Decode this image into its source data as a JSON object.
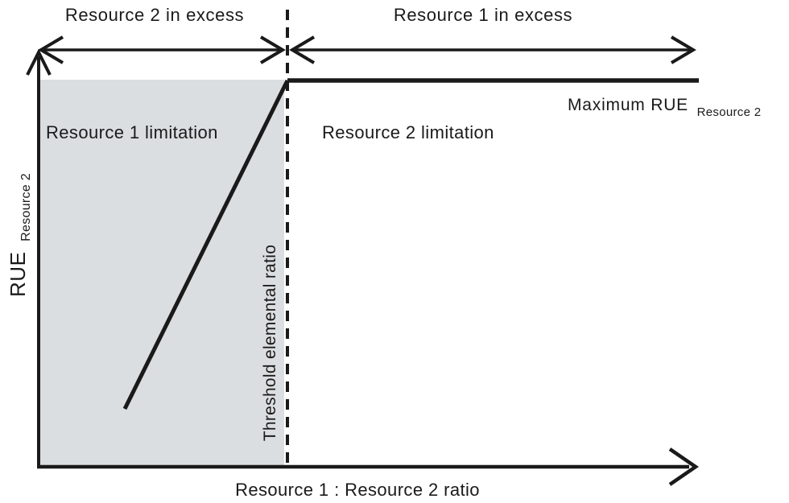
{
  "diagram": {
    "zone_left_label": "Resource 2 in excess",
    "zone_right_label": "Resource 1 in excess",
    "region_left_label": "Resource 1 limitation",
    "region_right_label": "Resource 2 limitation",
    "max_rue_label": "Maximum RUE",
    "max_rue_subscript": "Resource 2",
    "threshold_label": "Threshold elemental ratio",
    "y_axis_label": "RUE",
    "y_axis_subscript": "Resource 2",
    "x_axis_label": "Resource 1 : Resource 2 ratio",
    "colors": {
      "ink": "#1a1a1a",
      "shade": "#dbdee0",
      "background": "#ffffff"
    }
  },
  "chart_data": {
    "type": "line",
    "title": "",
    "xlabel": "Resource 1 : Resource 2 ratio",
    "ylabel": "RUE Resource 2",
    "axes_quantitative": false,
    "x_unit": "normalized (threshold elemental ratio = 1)",
    "y_unit": "normalized (maximum RUE = 1)",
    "grid": false,
    "legend": false,
    "xlim": [
      0,
      2.65
    ],
    "ylim": [
      0,
      1.1
    ],
    "series": [
      {
        "name": "RUE of Resource 2",
        "x": [
          0.35,
          1.0,
          2.65
        ],
        "y": [
          0.15,
          1.0,
          1.0
        ],
        "shape": "linear rise under Resource 1 limitation, plateau at Maximum RUE beyond threshold"
      }
    ],
    "threshold": {
      "x": 1.0,
      "label": "Threshold elemental ratio",
      "style": "dashed-vertical"
    },
    "plateau_label": "Maximum RUE Resource 2",
    "regions": [
      {
        "label": "Resource 1 limitation",
        "x_range": [
          0,
          1.0
        ],
        "shaded": true,
        "shade_color": "#dbdee0"
      },
      {
        "label": "Resource 2 limitation",
        "x_range": [
          1.0,
          2.65
        ],
        "shaded": false
      }
    ],
    "zones": [
      {
        "label": "Resource 2 in excess",
        "x_range": [
          0,
          1.0
        ],
        "arrow": "double-headed"
      },
      {
        "label": "Resource 1 in excess",
        "x_range": [
          1.0,
          2.65
        ],
        "arrow": "double-headed"
      }
    ]
  }
}
